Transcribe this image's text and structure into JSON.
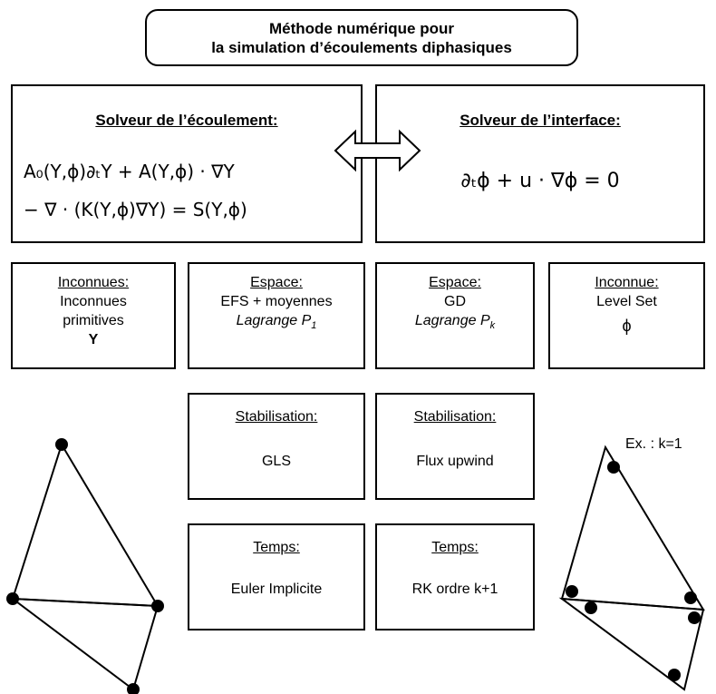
{
  "title": {
    "line1": "Méthode numérique pour",
    "line2": "la simulation d’écoulements diphasiques"
  },
  "flow_solver": {
    "heading": "Solveur de l’écoulement:",
    "eq_line1": "A₀(Y,ϕ)∂ₜY + A(Y,ϕ) · ∇Y",
    "eq_line2": "− ∇ · (K(Y,ϕ)∇Y) = S(Y,ϕ)"
  },
  "interface_solver": {
    "heading": "Solveur de l’interface:",
    "equation": "∂ₜϕ + u · ∇ϕ = 0"
  },
  "boxes": {
    "unknowns": {
      "label": "Inconnues:",
      "line1": "Inconnues",
      "line2": "primitives",
      "symbol": "Y"
    },
    "space_flow": {
      "label": "Espace:",
      "line1": "EFS + moyennes",
      "line2_base": "Lagrange P",
      "line2_sub": "1"
    },
    "space_interface": {
      "label": "Espace:",
      "line1": "GD",
      "line2_base": "Lagrange P",
      "line2_sub": "k"
    },
    "unknown_levelset": {
      "label": "Inconnue:",
      "line1": "Level Set",
      "symbol": "ϕ"
    },
    "stab_flow": {
      "label": "Stabilisation:",
      "value": "GLS"
    },
    "stab_interface": {
      "label": "Stabilisation:",
      "value": "Flux upwind"
    },
    "time_flow": {
      "label": "Temps:",
      "value": "Euler Implicite"
    },
    "time_interface": {
      "label": "Temps:",
      "value": "RK ordre k+1"
    }
  },
  "example_label": "Ex. : k=1"
}
